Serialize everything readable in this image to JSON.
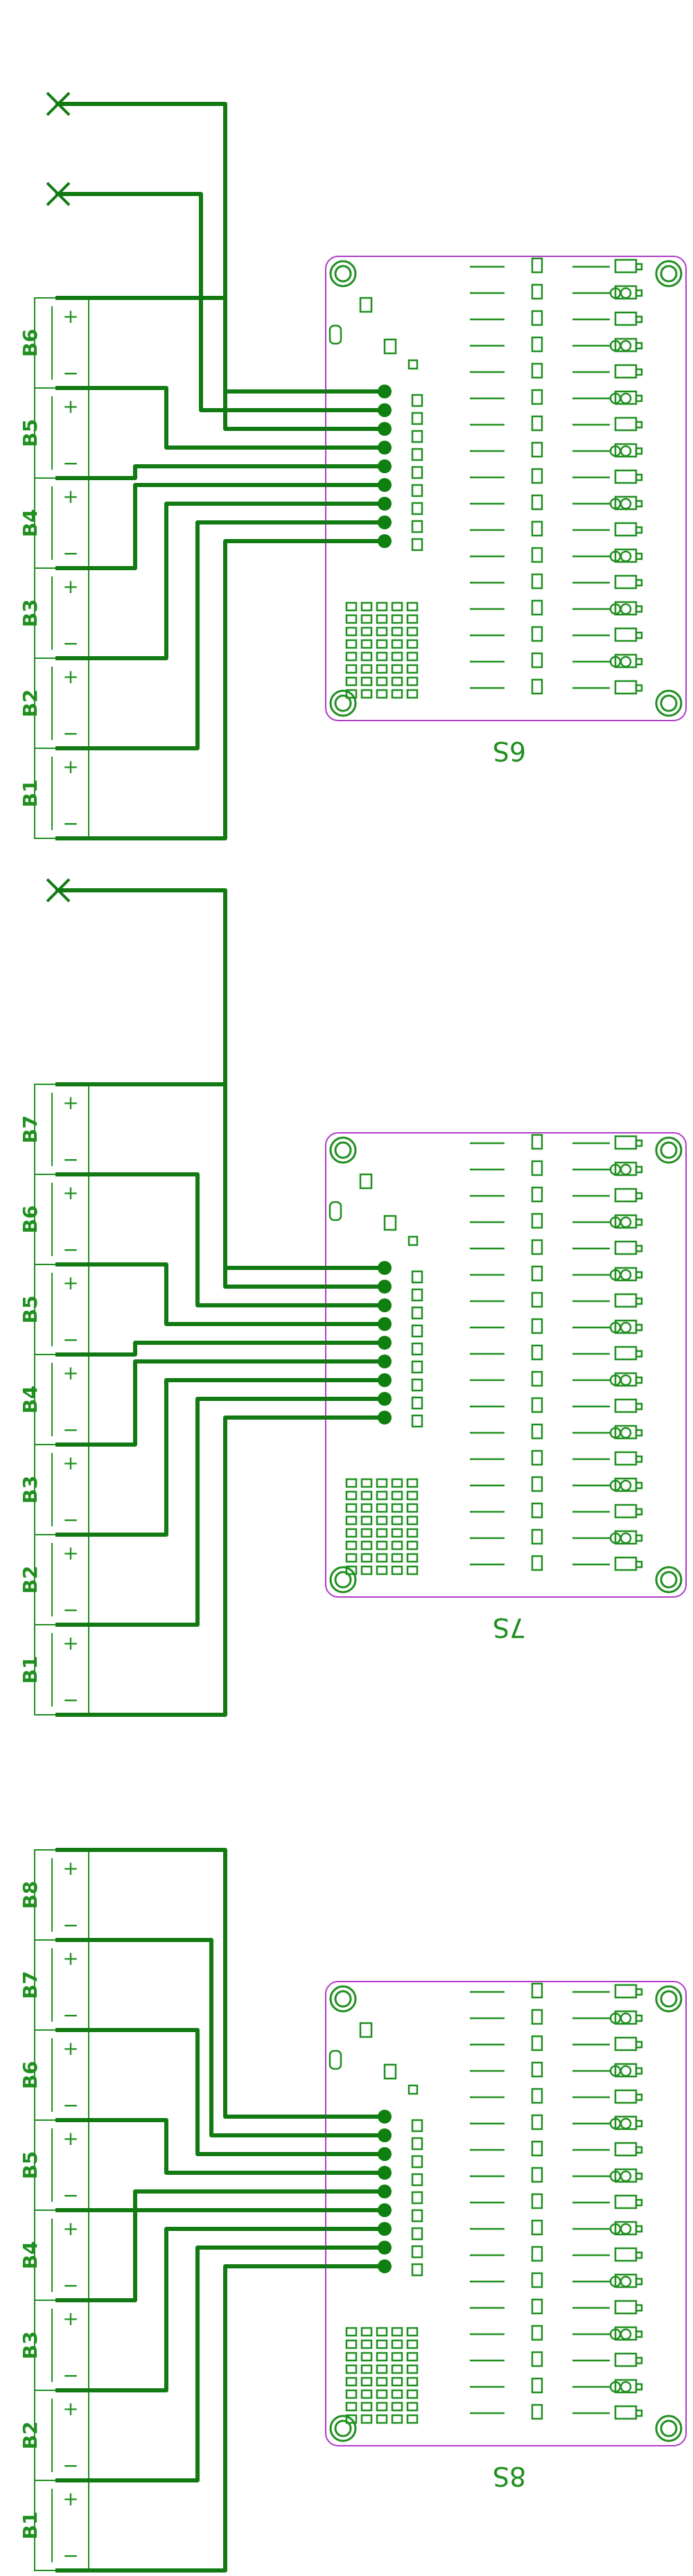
{
  "colors": {
    "wire": "#127a12",
    "board_outline": "#b03cc8",
    "component": "#1f8f1f",
    "pad": "#0f7f0f"
  },
  "terminal_signs": {
    "plus": "+",
    "minus": "−"
  },
  "configurations": [
    {
      "name": "6S",
      "cells": [
        "B1",
        "B2",
        "B3",
        "B4",
        "B5",
        "B6"
      ],
      "unused_pins": 2
    },
    {
      "name": "7S",
      "cells": [
        "B1",
        "B2",
        "B3",
        "B4",
        "B5",
        "B6",
        "B7"
      ],
      "unused_pins": 1
    },
    {
      "name": "8S",
      "cells": [
        "B1",
        "B2",
        "B3",
        "B4",
        "B5",
        "B6",
        "B7",
        "B8"
      ],
      "unused_pins": 0
    }
  ]
}
